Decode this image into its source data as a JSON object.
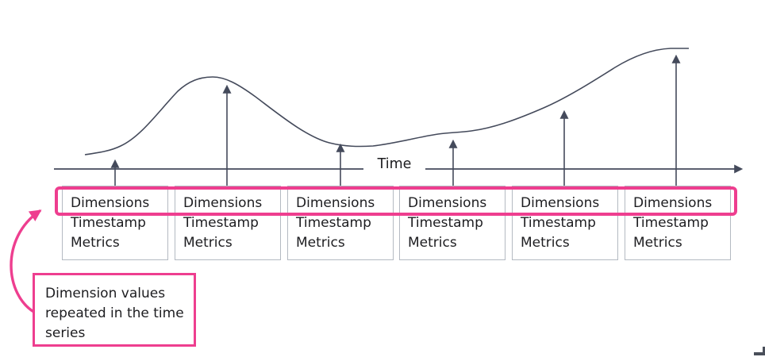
{
  "diagram": {
    "axis_label": "Time",
    "record_count": 6,
    "record": {
      "dimensions_label": "Dimensions",
      "timestamp_label": "Timestamp",
      "metrics_label": "Metrics"
    },
    "callout_text": "Dimension values repeated in the time series",
    "icons": {
      "axis_arrowhead": "right-arrowhead",
      "value_arrowheads": "up-arrowhead",
      "callout_arrowhead": "curved-pink-arrowhead"
    },
    "colors": {
      "accent_pink": "#ee3e8f",
      "line": "#444a5b",
      "box_border": "#b4bac2",
      "text": "#1d1d20",
      "background": "#ffffff"
    }
  }
}
